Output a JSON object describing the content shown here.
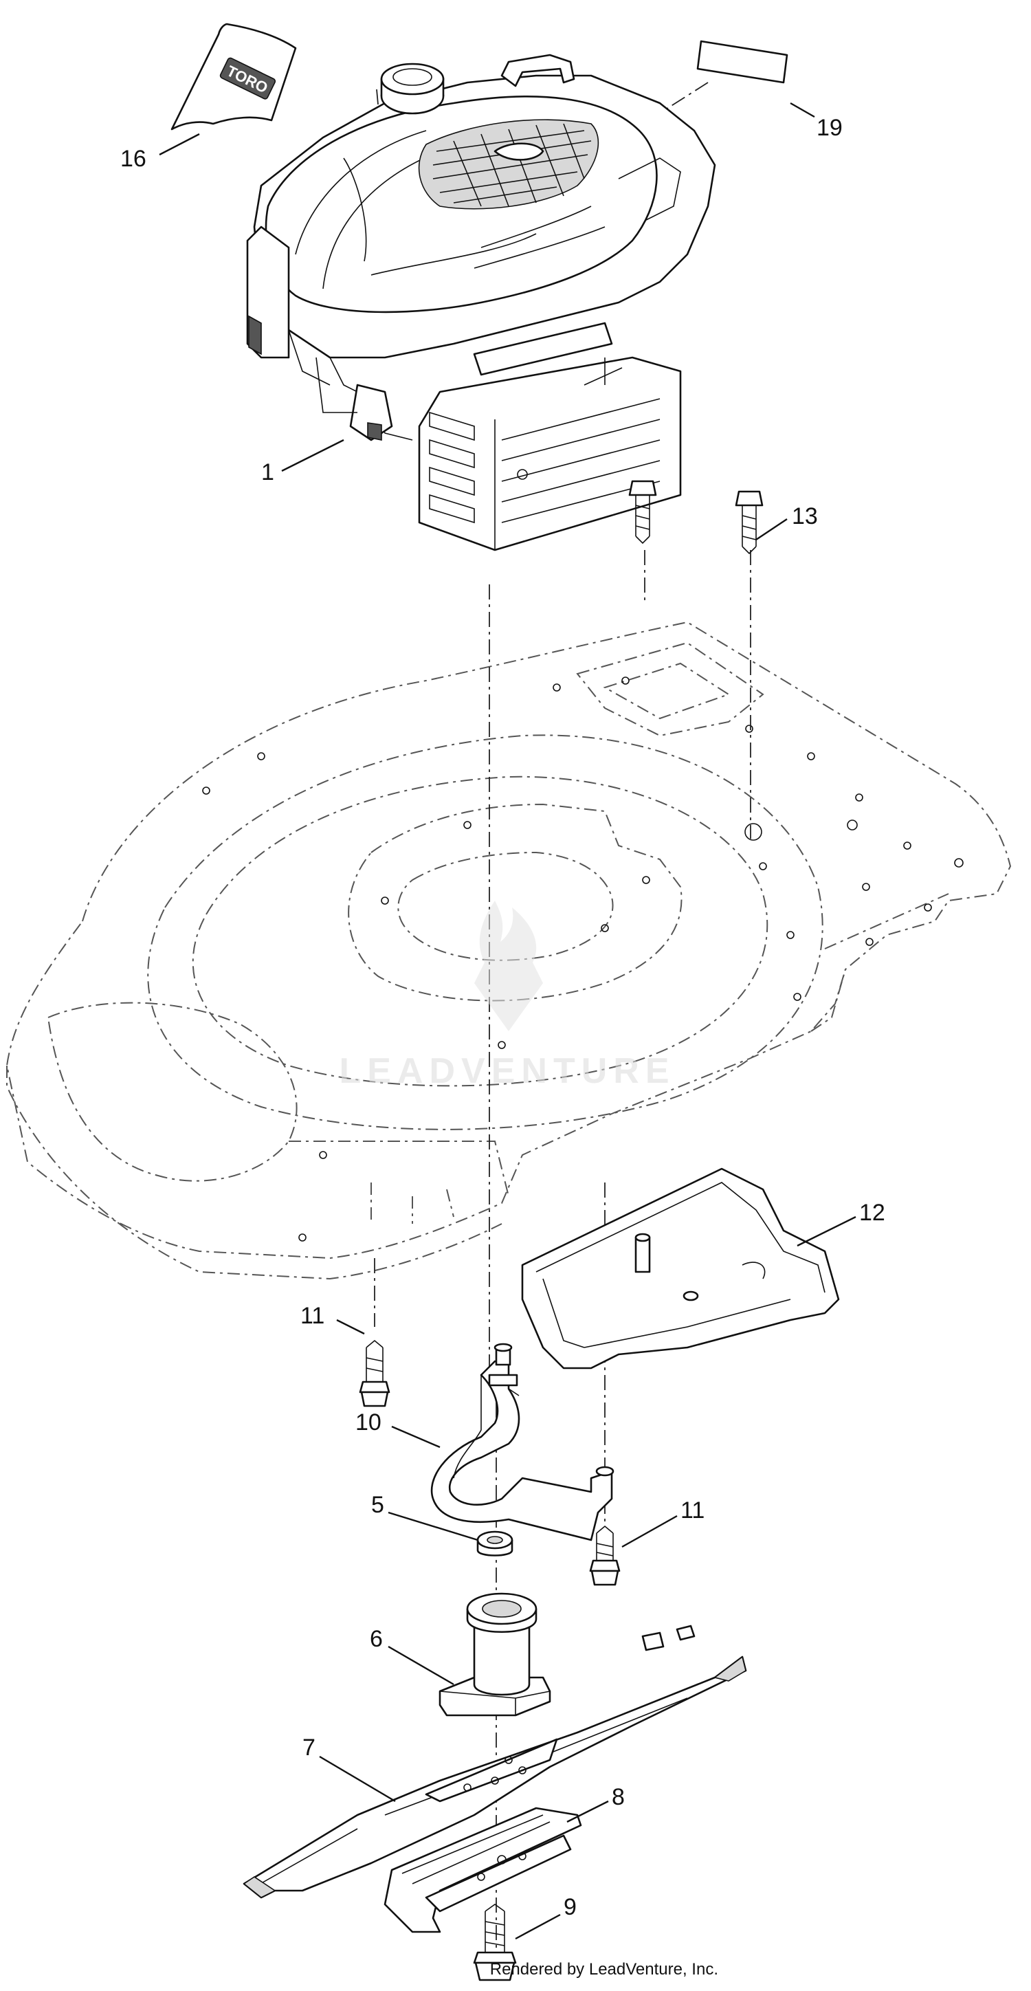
{
  "diagram": {
    "callouts": [
      {
        "id": "1",
        "label": "1"
      },
      {
        "id": "5",
        "label": "5"
      },
      {
        "id": "6",
        "label": "6"
      },
      {
        "id": "7",
        "label": "7"
      },
      {
        "id": "8",
        "label": "8"
      },
      {
        "id": "9",
        "label": "9"
      },
      {
        "id": "10",
        "label": "10"
      },
      {
        "id": "11a",
        "label": "11"
      },
      {
        "id": "11b",
        "label": "11"
      },
      {
        "id": "12",
        "label": "12"
      },
      {
        "id": "13",
        "label": "13"
      },
      {
        "id": "16",
        "label": "16"
      },
      {
        "id": "19",
        "label": "19"
      }
    ],
    "decal_text": "TORO",
    "watermark": "LEADVENTURE",
    "footer": "Rendered by LeadVenture, Inc."
  }
}
